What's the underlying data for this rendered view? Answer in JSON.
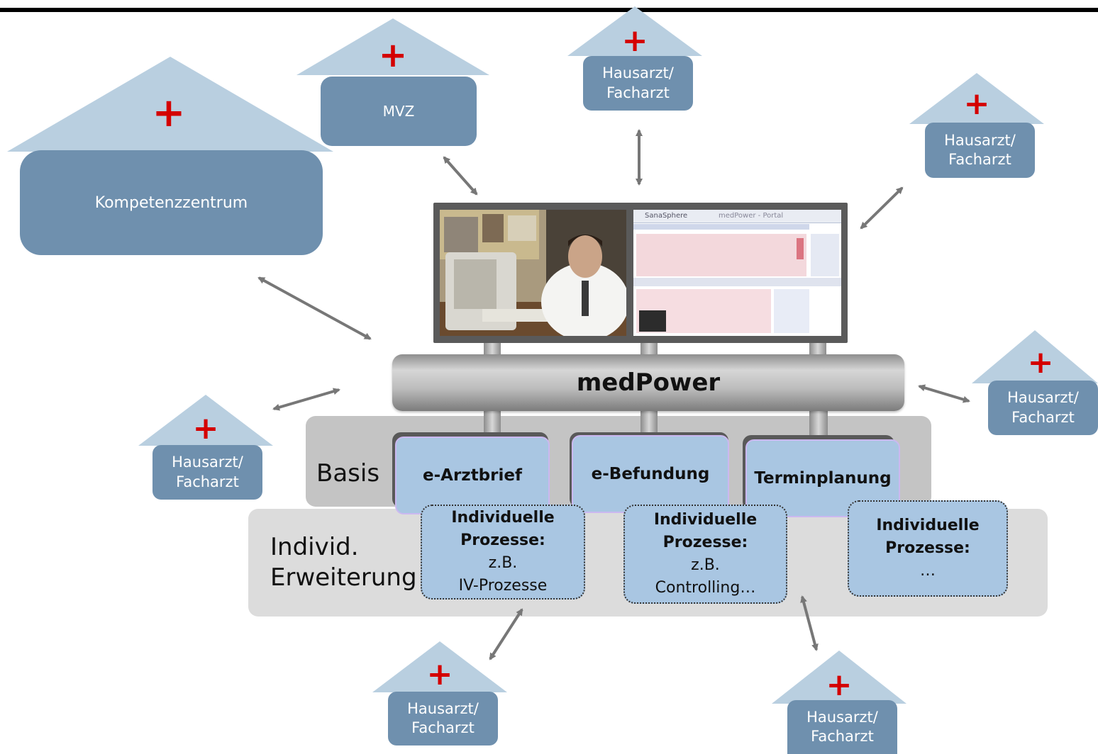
{
  "bus_label": "medPower",
  "bands": {
    "basis": "Basis",
    "ext_line1": "Individ.",
    "ext_line2": "Erweiterung"
  },
  "modules": [
    "e-Arztbrief",
    "e-Befundung",
    "Terminplanung"
  ],
  "individual": [
    {
      "title1": "Individuelle",
      "title2": "Prozesse:",
      "line1": "z.B.",
      "line2": "IV-Prozesse"
    },
    {
      "title1": "Individuelle",
      "title2": "Prozesse:",
      "line1": "z.B.",
      "line2": "Controlling…"
    },
    {
      "title1": "Individuelle",
      "title2": "Prozesse:",
      "line1": "…",
      "line2": ""
    }
  ],
  "nodes": {
    "kompetenz": "Kompetenzzentrum",
    "mvz": "MVZ",
    "haus_line1": "Hausarzt/",
    "haus_line2": "Facharzt"
  },
  "portal": {
    "brand": "SanaSphere",
    "title": "medPower - Portal"
  },
  "colors": {
    "roof": "#b9cfe0",
    "box": "#6f90ae",
    "cross": "#d40000",
    "module": "#a9c6e2",
    "arrow": "#777777"
  },
  "icons": [
    "cross-icon",
    "double-arrow-icon",
    "monitor-icon"
  ]
}
